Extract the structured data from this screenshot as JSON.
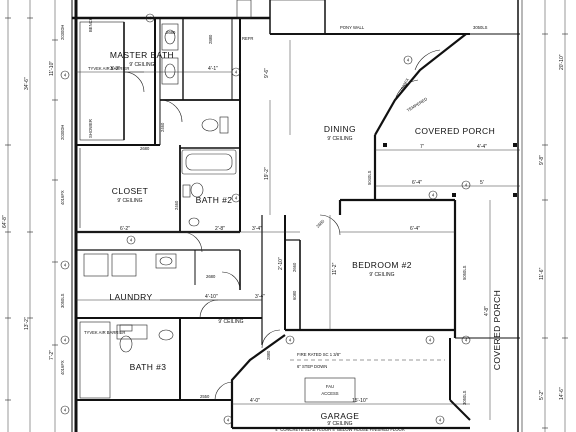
{
  "rooms": {
    "master_bath": {
      "name": "MASTER BATH",
      "ceiling": "9' CEILING"
    },
    "closet": {
      "name": "CLOSET",
      "ceiling": "9' CEILING"
    },
    "bath2": {
      "name": "BATH #2"
    },
    "laundry": {
      "name": "LAUNDRY"
    },
    "bath3": {
      "name": "BATH #3"
    },
    "dining": {
      "name": "DINING",
      "ceiling": "9' CEILING"
    },
    "covered_porch_top": {
      "name": "COVERED PORCH"
    },
    "bedroom2": {
      "name": "BEDROOM #2",
      "ceiling": "9' CEILING"
    },
    "covered_porch_right": {
      "name": "COVERED PORCH"
    },
    "garage": {
      "name": "GARAGE",
      "ceiling": "9' CEILING",
      "note": "4\" CONCRETE SLAB FLOOR 4\" BELOW HOUSE FINISHED FLOOR"
    },
    "hall": {
      "ceiling": "9' CEILING"
    }
  },
  "notes": {
    "tyvek_top": "TYVEK AIR BARRIER",
    "tyvek_bottom": "TYVEK AIR BARRIER",
    "pony_wall": "PONY WALL",
    "refr": "REFR",
    "fire_rated": "FIRE RATED SC 1 3/8\"",
    "step_down": "6\" STEP DOWN",
    "fau": "FAU",
    "access": "ACCESS",
    "bench": "BENCH",
    "shower": "SHOWER",
    "tempered": "TEMPERED"
  },
  "dims": {
    "left_total": "64'-8\"",
    "left_1": "34'-6\"",
    "left_2": "11'-10\"",
    "left_3": "13'-2\"",
    "left_4": "7'-2\"",
    "right_1": "20'-10\"",
    "right_2": "11'-6\"",
    "right_3": "9'-8\"",
    "right_4": "14'-6\"",
    "right_5": "5'-2\"",
    "mb_w": "3'-3\"",
    "mb_w2": "4'-1\"",
    "dining_h": "9'-6\"",
    "main_h": "19'-2\"",
    "dim_6_2": "6'-2\"",
    "dim_2_8": "2'-8\"",
    "dim_3_4": "3'-4\"",
    "dim_4_10": "4'-10\"",
    "dim_3_4b": "3'-4\"",
    "dim_2_10": "2'-10\"",
    "dim_11_2": "11'-2\"",
    "dim_6_4": "6'-4\"",
    "dim_4_4": "4'-4\"",
    "dim_5": "5'",
    "dim_7": "7'",
    "dim_4_8": "4'-8\"",
    "dim_15_10": "15'-10\"",
    "dim_6_4b": "6'-4\"",
    "dim_4_0": "4'-0\""
  },
  "windows": {
    "w3050_top": "3050LS",
    "w2030_a": "2030DH",
    "w2030_b": "2030DH",
    "w4016": "4016FX",
    "w3050_c": "3050LS",
    "w5040": "5040LS",
    "w4016_b": "4016FX",
    "w5050_porch": "5050LS",
    "w3050_g": "3050LS",
    "w1630": "1630FX"
  },
  "doors": {
    "d2680_a": "2680",
    "d2680_b": "2680",
    "d2880": "2880",
    "d2460": "2460",
    "d2460_b": "2460",
    "d2680_c": "2680",
    "d2880_b": "2880",
    "d6080": "6080",
    "d2680_lau": "2680",
    "d2660": "2660",
    "d6080_b": "6080",
    "d2550": "2550"
  },
  "markers": [
    "4",
    "4",
    "4",
    "4",
    "4",
    "4",
    "4",
    "4",
    "4",
    "4",
    "4",
    "4",
    "4",
    "4",
    "4",
    "4"
  ]
}
